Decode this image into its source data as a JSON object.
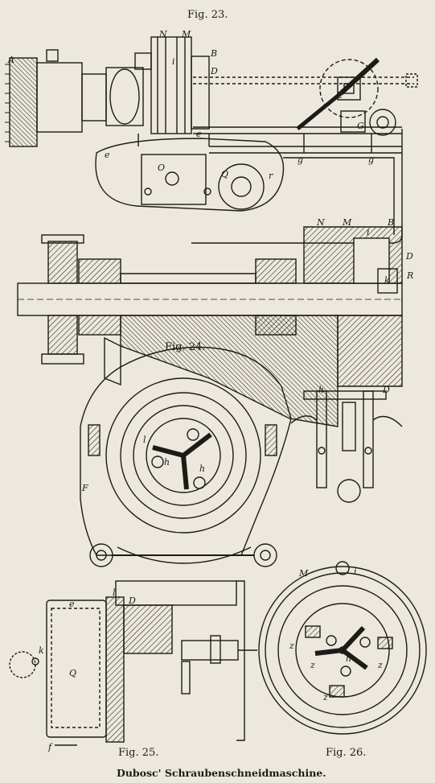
{
  "figures": {
    "fig23": "Fig. 23.",
    "fig24": "Fig. 24.",
    "fig25": "Fig. 25.",
    "fig26": "Fig. 26."
  },
  "caption": "Dubosc' Schraubenschneidmaschine.",
  "letters": {
    "fig23": [
      "A",
      "N",
      "M",
      "B",
      "D",
      "i",
      "L",
      "Q",
      "e",
      "e",
      "O",
      "r",
      "G",
      "g",
      "g"
    ],
    "fig24": [
      "N",
      "M",
      "i",
      "B",
      "D",
      "R",
      "k",
      "D",
      "h"
    ],
    "fig25": [
      "F",
      "h",
      "h",
      "l",
      "e",
      "l",
      "D",
      "Q",
      "f",
      "k"
    ],
    "fig26": [
      "M",
      "i",
      "z",
      "z",
      "z",
      "h",
      "z"
    ]
  },
  "colors": {
    "paper": "#ece8dd",
    "ink": "#1d1b18"
  }
}
